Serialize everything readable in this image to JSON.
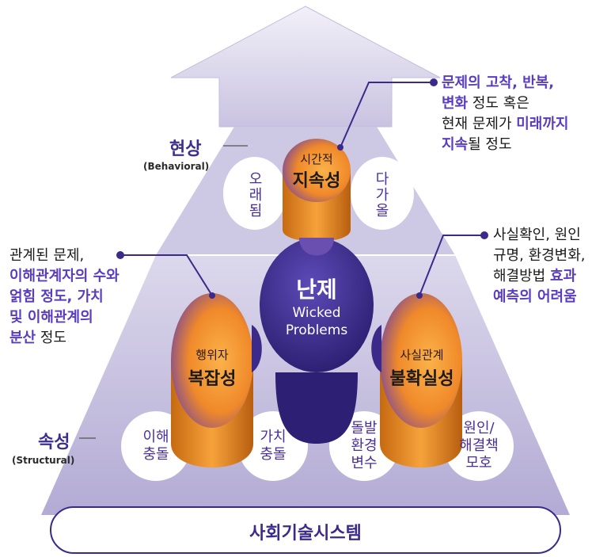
{
  "levels": {
    "behavioral": {
      "title": "현상",
      "subtitle": "(Behavioral)"
    },
    "structural": {
      "title": "속성",
      "subtitle": "(Structural)"
    }
  },
  "base": {
    "label": "사회기술시스템"
  },
  "center": {
    "title": "난제",
    "subtitle_line1": "Wicked",
    "subtitle_line2": "Problems"
  },
  "lobes": {
    "persistence": {
      "top": "시간적",
      "main": "지속성"
    },
    "complexity": {
      "top": "행위자",
      "main": "복잡성"
    },
    "uncertainty": {
      "top": "사실관계",
      "main": "불확실성"
    }
  },
  "circles": {
    "long_time": "오래됨",
    "diverse": "다가올",
    "interest_conflict": [
      "이해",
      "충돌"
    ],
    "value_conflict": [
      "가치",
      "충돌"
    ],
    "sudden_env": [
      "돌발",
      "환경",
      "변수"
    ],
    "cause_protect": [
      "원인/",
      "해결책",
      "모호"
    ]
  },
  "annotations": {
    "top_right": {
      "l1_hl": "문제의 고착, 반복,",
      "l2_hl": "변화",
      "l2_rest": " 정도 혹은",
      "l3_rest": "현재 문제가 ",
      "l3_hl": "미래까지",
      "l4_hl": "지속",
      "l4_rest": "될 정도"
    },
    "left": {
      "l1": "관계된 문제,",
      "l2_hl": "이해관계자의 수와",
      "l3_hl": "얽힘 정도, 가치",
      "l4_hl": "및 이해관계의",
      "l5_hl": "분산",
      "l5_rest": " 정도"
    },
    "right": {
      "l1": "사실확인, 원인",
      "l2": "규명, 환경변화,",
      "l3_rest": "해결방법 ",
      "l3_hl": "효과",
      "l4_hl": "예측의 어려움"
    }
  },
  "colors": {
    "pyramid_top": "#d4d0e6",
    "pyramid_bottom": "#b8b1d6",
    "center": "#3b2a8a",
    "lobe_orange": "#f39a2a",
    "accent_text": "#5a3cc0"
  }
}
